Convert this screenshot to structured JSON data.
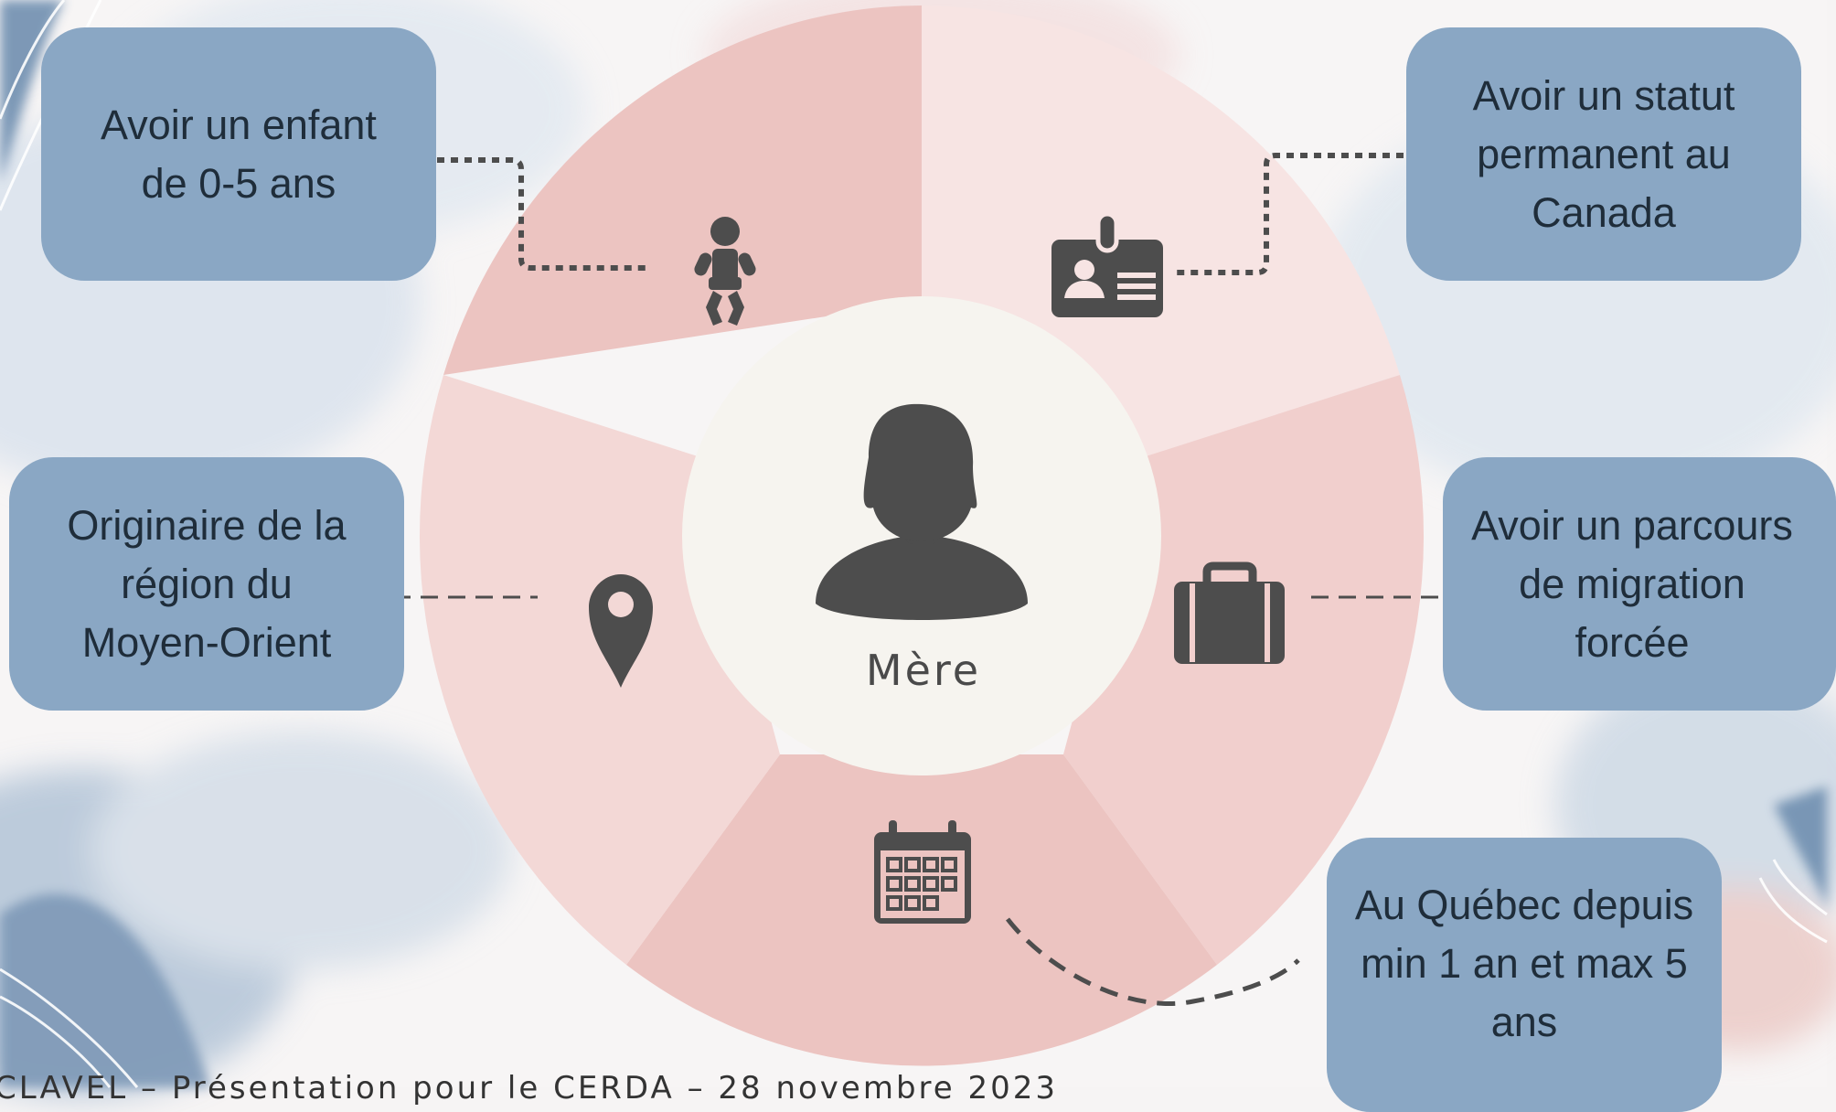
{
  "diagram": {
    "center_label": "Mère",
    "criteria": [
      {
        "id": "child",
        "text": "Avoir un enfant\nde 0-5 ans",
        "icon": "baby-icon"
      },
      {
        "id": "status",
        "text": "Avoir un statut\npermanent au\nCanada",
        "icon": "id-badge-icon"
      },
      {
        "id": "migration",
        "text": "Avoir un parcours\nde migration\nforcée",
        "icon": "suitcase-icon"
      },
      {
        "id": "duration",
        "text": "Au Québec depuis\nmin 1 an et max 5\nans",
        "icon": "calendar-icon"
      },
      {
        "id": "origin",
        "text": "Originaire de la\nrégion du\nMoyen-Orient",
        "icon": "location-pin-icon"
      }
    ],
    "center_icon": "mother-avatar-icon"
  },
  "footer": {
    "text": "CLAVEL – Présentation pour le CERDA – 28 novembre 2023"
  },
  "colors": {
    "box_fill": "#8aa7c4",
    "box_text": "#1f2d3a",
    "segment_dark": "#ecc4c1",
    "segment_mid": "#f1cfcd",
    "segment_light": "#f7e4e3",
    "center_fill": "#f6f4ef",
    "icon_color": "#4d4d4d"
  }
}
